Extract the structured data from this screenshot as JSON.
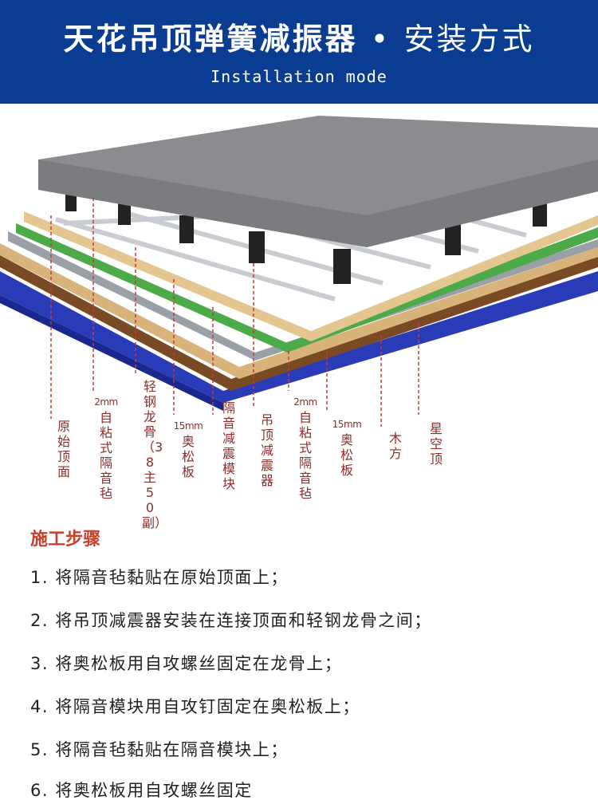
{
  "header": {
    "title_main": "天花吊顶弹簧减振器",
    "title_dot": "•",
    "title_sub": "安装方式",
    "subtitle": "Installation mode"
  },
  "labels": [
    {
      "id": "ceiling",
      "mm": "",
      "text": "原始顶面"
    },
    {
      "id": "felt1",
      "mm": "2mm",
      "text": "自粘式隔音毡"
    },
    {
      "id": "keel",
      "mm": "",
      "text": "轻钢龙骨（38主50副）"
    },
    {
      "id": "osb1",
      "mm": "15mm",
      "text": "奥松板"
    },
    {
      "id": "module",
      "mm": "",
      "text": "隔音减震模块"
    },
    {
      "id": "damper",
      "mm": "",
      "text": "吊顶减震器"
    },
    {
      "id": "felt2",
      "mm": "2mm",
      "text": "自粘式隔音毡"
    },
    {
      "id": "osb2",
      "mm": "15mm",
      "text": "奥松板"
    },
    {
      "id": "wood",
      "mm": "",
      "text": "木方"
    },
    {
      "id": "star",
      "mm": "",
      "text": "星空顶"
    }
  ],
  "steps": {
    "title": "施工步骤",
    "items": [
      "1. 将隔音毡黏贴在原始顶面上；",
      "2. 将吊顶减震器安装在连接顶面和轻钢龙骨之间；",
      "3. 将奥松板用自攻螺丝固定在龙骨上；",
      "4. 将隔音模块用自攻钉固定在奥松板上；",
      "5. 将隔音毡黏贴在隔音模块上；",
      "6. 将奥松板用自攻螺丝固定"
    ]
  }
}
